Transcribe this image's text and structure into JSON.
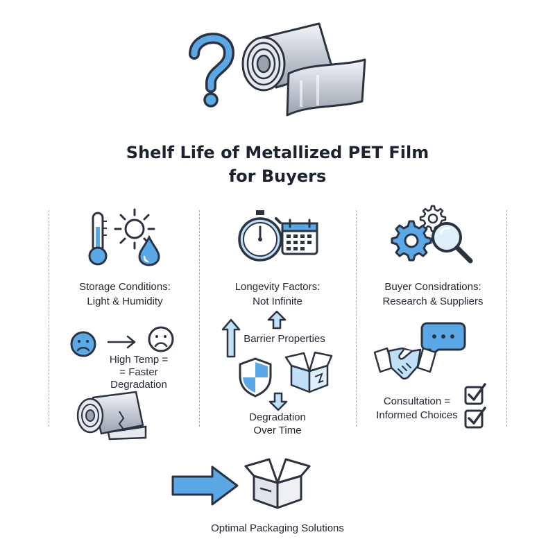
{
  "title": {
    "line1": "Shelf Life of Metallized PET Film",
    "line2": "for Buyers"
  },
  "columns": {
    "storage": {
      "heading_line1": "Storage Conditions:",
      "heading_line2": "Light & Humidity",
      "effect_line1": "High Temp =",
      "effect_line2": "= Faster",
      "effect_line3": "Degradation"
    },
    "longevity": {
      "heading_line1": "Longevity Factors:",
      "heading_line2": "Not Infinite",
      "barrier": "Barrier Properties",
      "degradation_line1": "Degradation",
      "degradation_line2": "Over Time"
    },
    "buyer": {
      "heading_line1": "Buyer Considrations:",
      "heading_line2": "Research & Suppliers",
      "consult_line1": "Consultation =",
      "consult_line2": "Informed Choices"
    }
  },
  "footer": {
    "label": "Optimal Packaging Solutions"
  },
  "colors": {
    "accent_blue": "#5aa9e6",
    "light_blue": "#bfe0f7",
    "outline": "#2b3240",
    "metal": "#c9ced6",
    "divider": "#9aa7bd"
  },
  "icons": [
    "question-mark-icon",
    "film-roll-icon",
    "film-sheet-icon",
    "thermometer-icon",
    "sun-icon",
    "water-drop-icon",
    "stopwatch-icon",
    "calendar-icon",
    "gears-icon",
    "magnifier-icon",
    "sad-face-icon",
    "arrow-right-icon",
    "frown-face-icon",
    "damaged-film-icon",
    "arrow-up-icon",
    "shield-icon",
    "open-box-icon",
    "arrow-down-icon",
    "handshake-icon",
    "speech-bubble-icon",
    "checkbox-icon",
    "big-arrow-right-icon",
    "packaging-box-icon"
  ]
}
